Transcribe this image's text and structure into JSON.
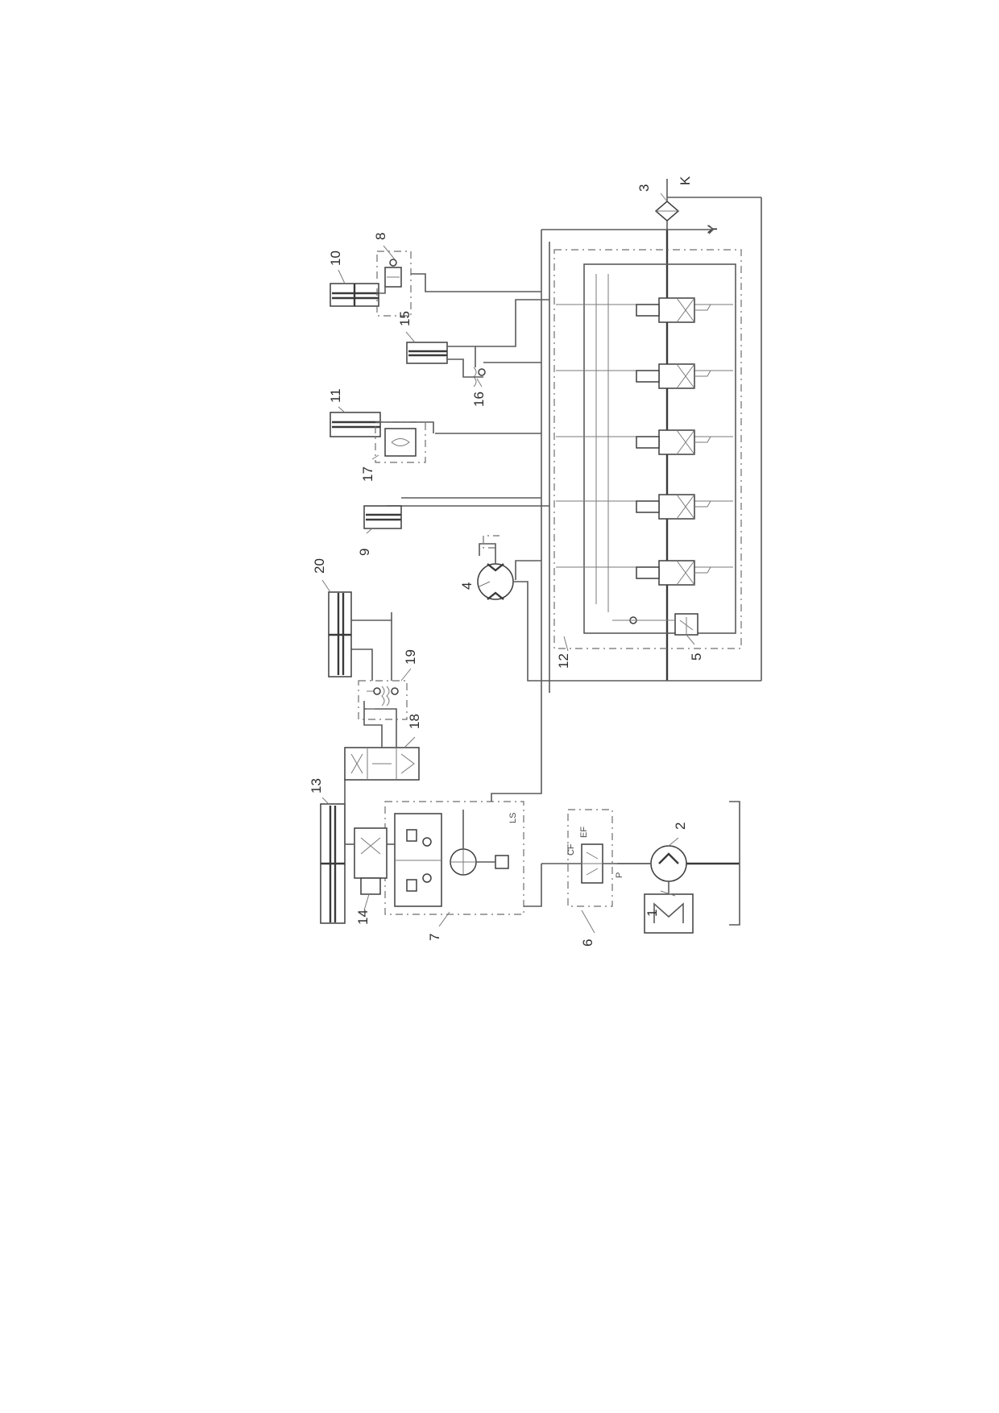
{
  "title": "",
  "labels": {
    "n1": "1",
    "n2": "2",
    "n3": "3",
    "n4": "4",
    "n5": "5",
    "n6": "6",
    "n7": "7",
    "n8": "8",
    "n9": "9",
    "n10": "10",
    "n11": "11",
    "n12": "12",
    "n13": "13",
    "n14": "14",
    "n15": "15",
    "n16": "16",
    "n17": "17",
    "n18": "18",
    "n19": "19",
    "n20": "20",
    "port_k": "K",
    "port_y": "Y"
  },
  "small_marks": {
    "cf": "CF",
    "ef": "EF",
    "ls": "LS",
    "p": "P"
  },
  "icons": {
    "motor": "motor-M-symbol",
    "pump": "pump-symbol",
    "filter": "filter-symbol"
  },
  "colors": {
    "line": "#5a5a5a",
    "background": "#ffffff"
  }
}
